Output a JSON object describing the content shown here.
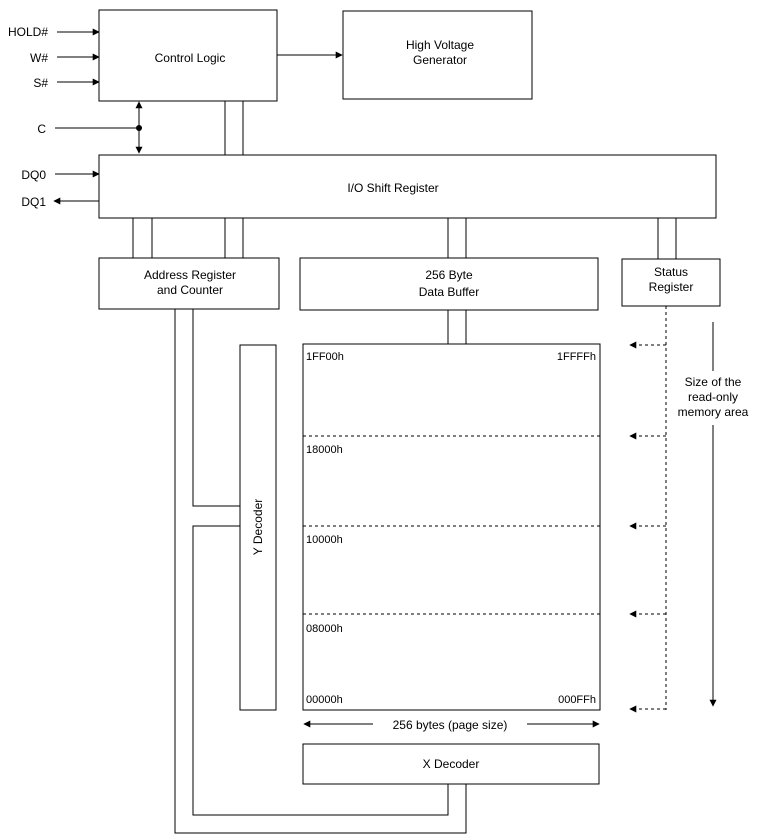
{
  "signals": {
    "hold": "HOLD#",
    "w": "W#",
    "s": "S#",
    "c": "C",
    "dq0": "DQ0",
    "dq1": "DQ1"
  },
  "blocks": {
    "control_logic": "Control Logic",
    "hv_generator_line1": "High Voltage",
    "hv_generator_line2": "Generator",
    "io_shift_register": "I/O Shift Register",
    "address_register_line1": "Address Register",
    "address_register_line2": "and Counter",
    "data_buffer_line1": "256 Byte",
    "data_buffer_line2": "Data Buffer",
    "status_register_line1": "Status",
    "status_register_line2": "Register",
    "y_decoder": "Y Decoder",
    "x_decoder": "X Decoder"
  },
  "memory": {
    "addr_top_left": "1FF00h",
    "addr_top_right": "1FFFFh",
    "addr_18000": "18000h",
    "addr_10000": "10000h",
    "addr_08000": "08000h",
    "addr_bottom_left": "00000h",
    "addr_bottom_right": "000FFh",
    "page_size": "256 bytes (page size)"
  },
  "readonly": {
    "line1": "Size of the",
    "line2": "read-only",
    "line3": "memory area"
  }
}
